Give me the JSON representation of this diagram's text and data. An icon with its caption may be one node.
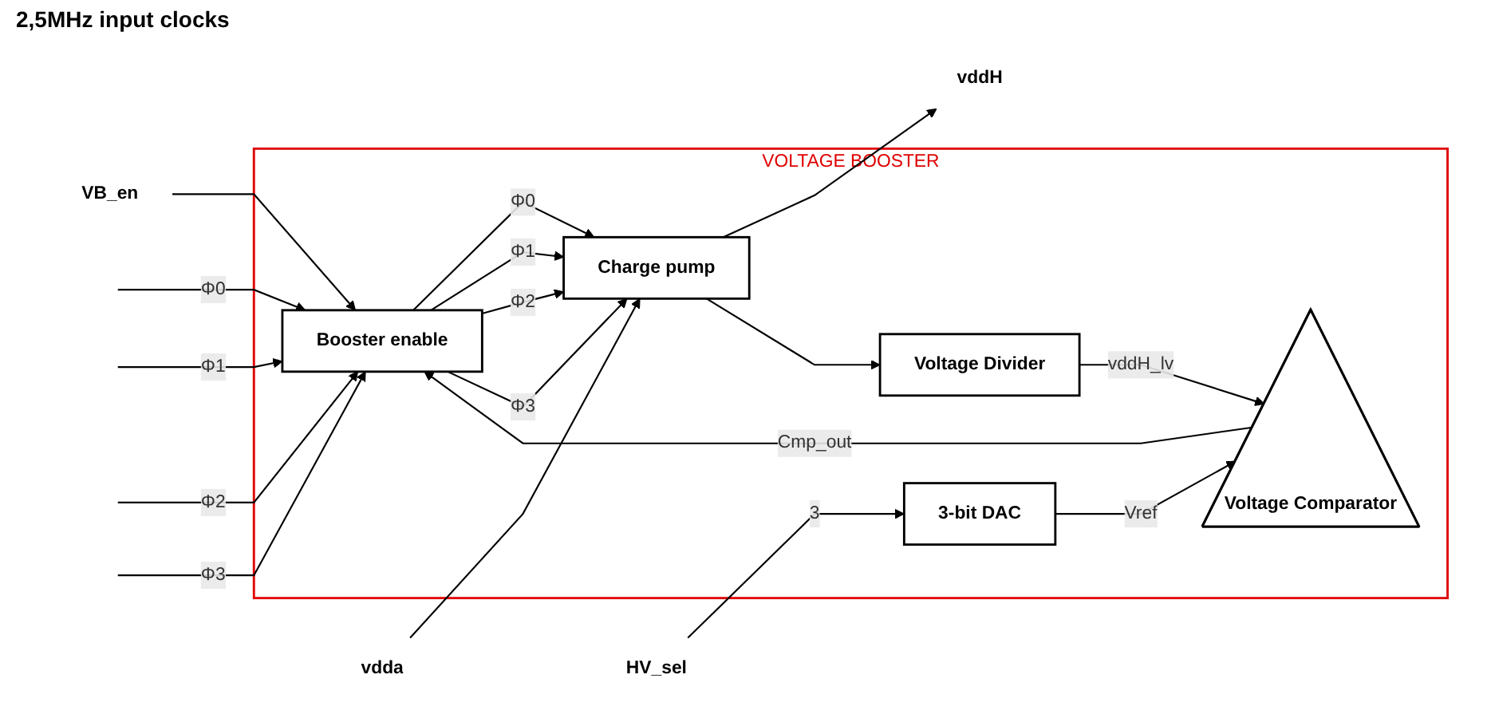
{
  "diagram": {
    "nodes": [
      {
        "text": [
          "VOLTAGE BOOSTER"
        ]
      },
      {
        "text": [
          "3-bit DAC"
        ],
        "in": 0
      },
      {
        "text": [
          "Voltage Divider"
        ],
        "in": 0
      },
      {
        "text": [
          "Voltage Comparator"
        ],
        "in": 0
      },
      {
        "text": [
          "Booster enable"
        ],
        "in": 0
      },
      {
        "text": [
          "Charge pump"
        ],
        "in": 0
      },
      {
        "text": [
          "HV_sel"
        ]
      },
      {
        "text": [
          "VB_en"
        ]
      },
      {
        "text": [
          "vddH"
        ]
      },
      {
        "text": [
          "vdda"
        ]
      }
    ],
    "edges": [
      {
        "from": 6,
        "to": 1,
        "arrow": "to",
        "label": "3"
      },
      {
        "from": 1,
        "to": 3,
        "arrow": "to",
        "label": "Vref"
      },
      {
        "from": 2,
        "to": 3,
        "arrow": "to",
        "label": "vddH_lv"
      },
      {
        "from": 3,
        "to": 4,
        "arrow": "to",
        "label": "Cmp_out"
      },
      {
        "from": 7,
        "to": 4,
        "arrow": "to"
      },
      {
        "from": null,
        "to": 4,
        "arrow": "to",
        "label": "Φ0"
      },
      {
        "from": null,
        "to": 4,
        "arrow": "to",
        "label": "Φ1"
      },
      {
        "from": null,
        "to": 4,
        "arrow": "to",
        "label": "Φ2"
      },
      {
        "from": null,
        "to": 4,
        "arrow": "to",
        "label": "Φ3"
      },
      {
        "from": 4,
        "to": 5,
        "arrow": "to",
        "label": "Φ0"
      },
      {
        "from": 4,
        "to": 5,
        "arrow": "to",
        "label": "Φ1"
      },
      {
        "from": 4,
        "to": 5,
        "arrow": "to",
        "label": "Φ2"
      },
      {
        "from": 4,
        "to": 5,
        "arrow": "to",
        "label": "Φ3"
      },
      {
        "from": 5,
        "to": 8,
        "arrow": "to"
      },
      {
        "from": 5,
        "to": 2,
        "arrow": "to"
      },
      {
        "from": 9,
        "to": 5,
        "arrow": "to"
      }
    ],
    "labels": [
      "2,5MHz input clocks"
    ]
  }
}
